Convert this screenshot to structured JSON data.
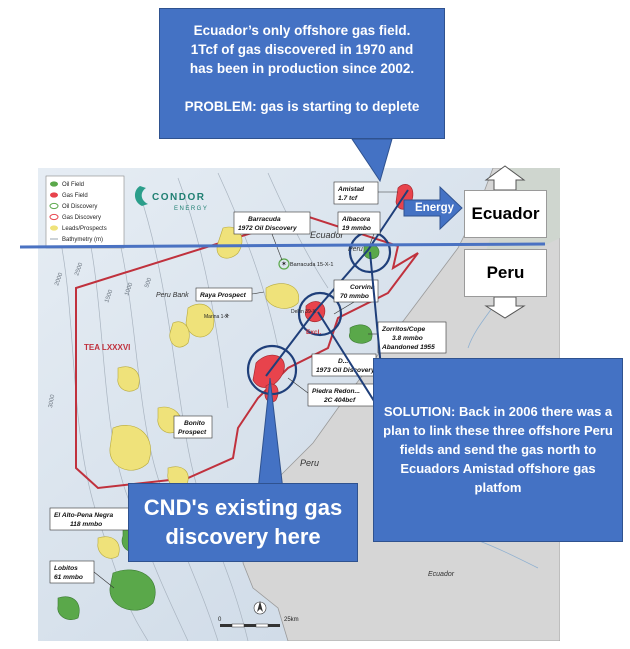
{
  "map": {
    "logo_text": "CONDOR",
    "logo_sub": "ENERGY",
    "legend": [
      {
        "label": "Oil Field",
        "color": "#5aa84a",
        "kind": "fill"
      },
      {
        "label": "Gas Field",
        "color": "#e8434c",
        "kind": "fill"
      },
      {
        "label": "Oil Discovery",
        "color": "#5aa84a",
        "kind": "ring"
      },
      {
        "label": "Gas Discovery",
        "color": "#e8434c",
        "kind": "ring"
      },
      {
        "label": "Leads/Prospects",
        "color": "#efe27a",
        "kind": "fill"
      },
      {
        "label": "Bathymetry (m)",
        "color": "#9aa6b2",
        "kind": "line"
      }
    ],
    "labels": {
      "ecuador": "Ecuador",
      "peru_small": "Peru",
      "peru_bank": "Peru Bank",
      "peru_land": "Peru",
      "ecuador_land": "Ecuador",
      "tea": "TEA LXXXVI",
      "excl": "Excl.",
      "barracuda_well": "Barracuda 15-X-1",
      "marina_well": "Marina 1-X",
      "delfin_well": "Delfin 39-X",
      "scale_zero": "0",
      "scale_end": "25km"
    },
    "field_boxes": [
      {
        "name": "Amistad",
        "value": "1.7 tcf"
      },
      {
        "name": "Albacora",
        "value": "19 mmbo"
      },
      {
        "name": "Barracuda",
        "value": "1972 Oil Discovery"
      },
      {
        "name": "Raya Prospect",
        "value": ""
      },
      {
        "name": "Corvina",
        "value": "70 mmbo"
      },
      {
        "name": "Zorritos/Cope",
        "value": "3.8 mmbo",
        "extra": "Abandoned 1955"
      },
      {
        "name": "D...",
        "value": "1973 Oil Discovery"
      },
      {
        "name": "Piedra Redon...",
        "value": "2C 404bcf"
      },
      {
        "name": "Bonito",
        "value": "Prospect"
      },
      {
        "name": "El Alto-Pena Negra",
        "value": "118 mmbo"
      },
      {
        "name": "Lobitos",
        "value": "61 mmbo"
      }
    ],
    "bathymetry": [
      "500",
      "1000",
      "1500",
      "2000",
      "2500",
      "3000"
    ]
  },
  "callouts": {
    "top_line1": "Ecuador’s only offshore gas field.",
    "top_line2": "1Tcf of gas discovered in 1970 and",
    "top_line3": "has been in production since 2002.",
    "top_line4": "PROBLEM: gas is starting to deplete",
    "right_text": "SOLUTION: Back in 2006 there was a plan to link these three offshore Peru fields and send the gas north to Ecuadors Amistad offshore gas platfom",
    "bottom_text": "CND's existing gas discovery here"
  },
  "countries": {
    "ecuador": "Ecuador",
    "peru": "Peru"
  },
  "energy_label": "Energy",
  "colors": {
    "callout_blue": "#4472c4",
    "border_line": "#4a72c2",
    "tea_outline": "#c0313d",
    "sea": "#dde6ef",
    "land": "#d9d9d9"
  }
}
